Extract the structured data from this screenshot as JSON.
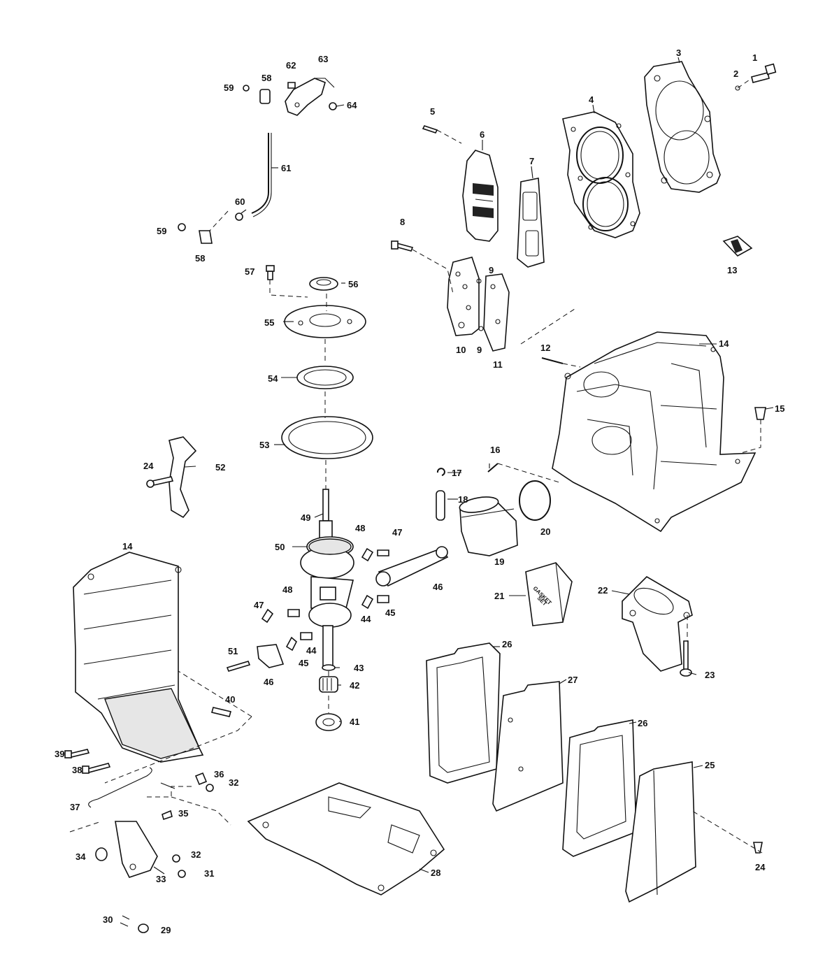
{
  "callouts": {
    "c1": "1",
    "c2": "2",
    "c3": "3",
    "c4": "4",
    "c5": "5",
    "c6": "6",
    "c7": "7",
    "c8": "8",
    "c9a": "9",
    "c9b": "9",
    "c10": "10",
    "c11": "11",
    "c12": "12",
    "c13": "13",
    "c14a": "14",
    "c14b": "14",
    "c15": "15",
    "c16": "16",
    "c17": "17",
    "c18": "18",
    "c19": "19",
    "c20": "20",
    "c21": "21",
    "c22": "22",
    "c23": "23",
    "c24a": "24",
    "c24b": "24",
    "c25": "25",
    "c26a": "26",
    "c26b": "26",
    "c27": "27",
    "c28": "28",
    "c29": "29",
    "c30": "30",
    "c31": "31",
    "c32a": "32",
    "c32b": "32",
    "c33": "33",
    "c34": "34",
    "c35": "35",
    "c36": "36",
    "c37": "37",
    "c38": "38",
    "c39": "39",
    "c40": "40",
    "c41": "41",
    "c42": "42",
    "c43": "43",
    "c44a": "44",
    "c44b": "44",
    "c45a": "45",
    "c45b": "45",
    "c46a": "46",
    "c46b": "46",
    "c47a": "47",
    "c47b": "47",
    "c48a": "48",
    "c48b": "48",
    "c49": "49",
    "c50": "50",
    "c51": "51",
    "c52": "52",
    "c53": "53",
    "c54": "54",
    "c55": "55",
    "c56": "56",
    "c57": "57",
    "c58a": "58",
    "c58b": "58",
    "c59a": "59",
    "c59b": "59",
    "c60": "60",
    "c61": "61",
    "c62": "62",
    "c63": "63",
    "c64": "64"
  },
  "gasket_set_box": {
    "line1": "GASKET",
    "line2": "SET"
  }
}
